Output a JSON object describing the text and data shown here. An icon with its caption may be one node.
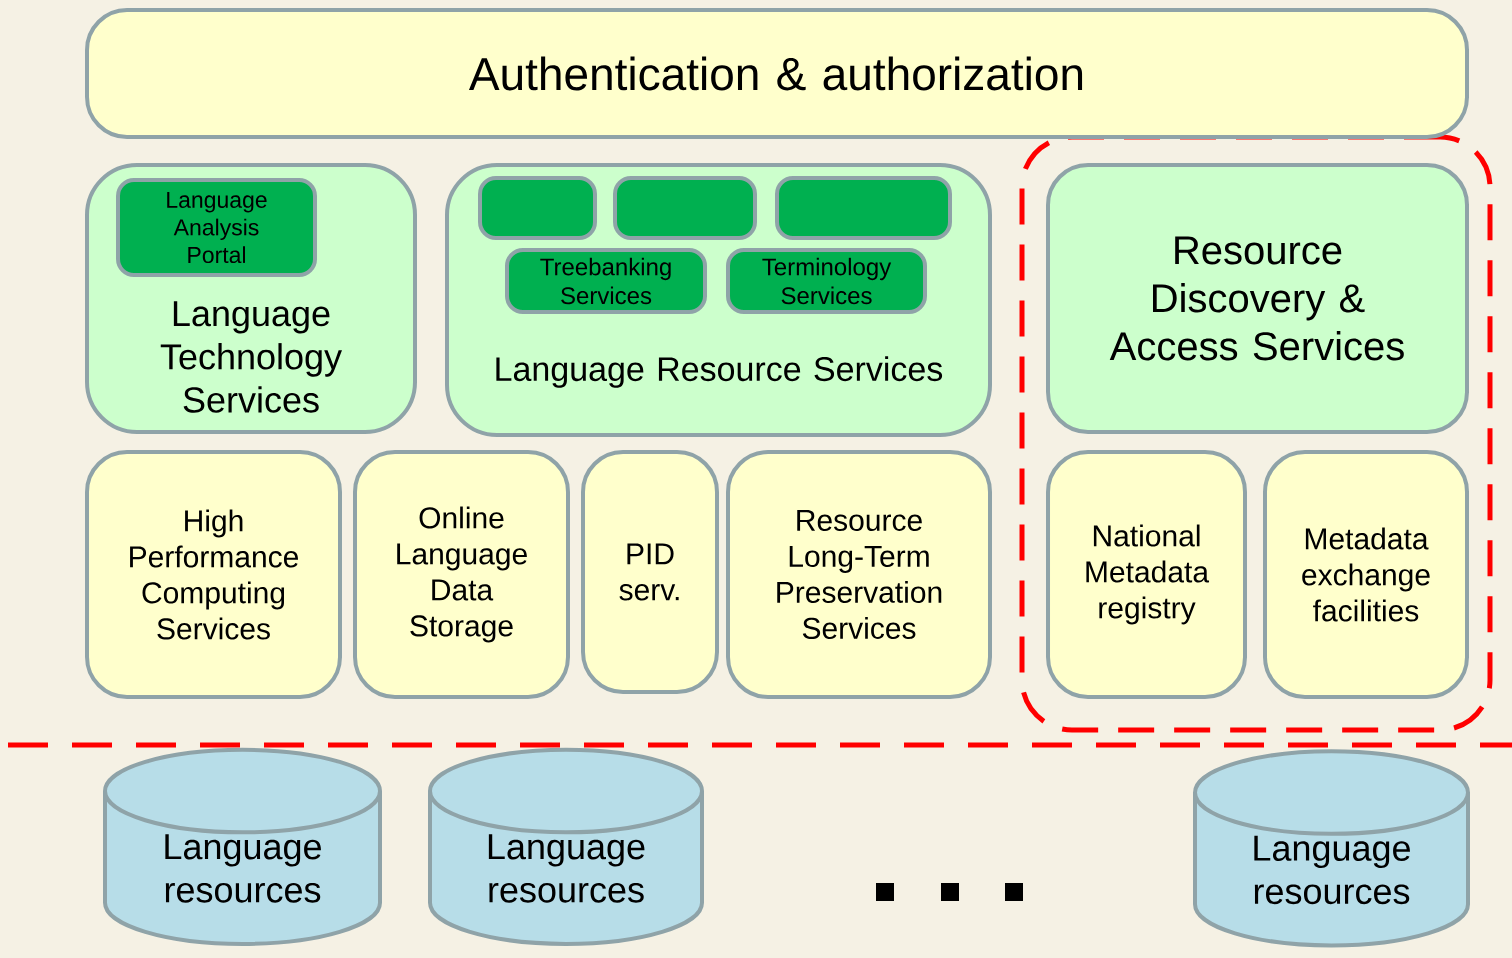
{
  "diagram": {
    "nodes": [
      {
        "text": [
          "Authentication & authorization"
        ]
      },
      {
        "text": [
          "Language Technology Services"
        ]
      },
      {
        "text": [
          "Language Analysis Portal"
        ],
        "in": 1
      },
      {
        "text": [
          "Language Resource Services"
        ]
      },
      {
        "text": [],
        "shape": "box",
        "in": 3
      },
      {
        "text": [],
        "shape": "box",
        "in": 3
      },
      {
        "text": [],
        "shape": "box",
        "in": 3
      },
      {
        "text": [
          "Treebanking Services"
        ],
        "in": 3
      },
      {
        "text": [
          "Terminology Services"
        ],
        "in": 3
      },
      {
        "text": [],
        "shape": "box"
      },
      {
        "text": [
          "Resource Discovery & Access Services"
        ],
        "in": 9
      },
      {
        "text": [
          "High Performance Computing Services"
        ]
      },
      {
        "text": [
          "Online Language Data Storage"
        ]
      },
      {
        "text": [
          "PID serv."
        ]
      },
      {
        "text": [
          "Resource Long-Term Preservation Services"
        ]
      },
      {
        "text": [
          "National Metadata registry"
        ],
        "in": 9
      },
      {
        "text": [
          "Metadata exchange facilities"
        ],
        "in": 9
      },
      {
        "text": [
          "Language resources"
        ]
      },
      {
        "text": [
          "Language resources"
        ]
      },
      {
        "text": [
          "Language resources"
        ]
      }
    ]
  }
}
